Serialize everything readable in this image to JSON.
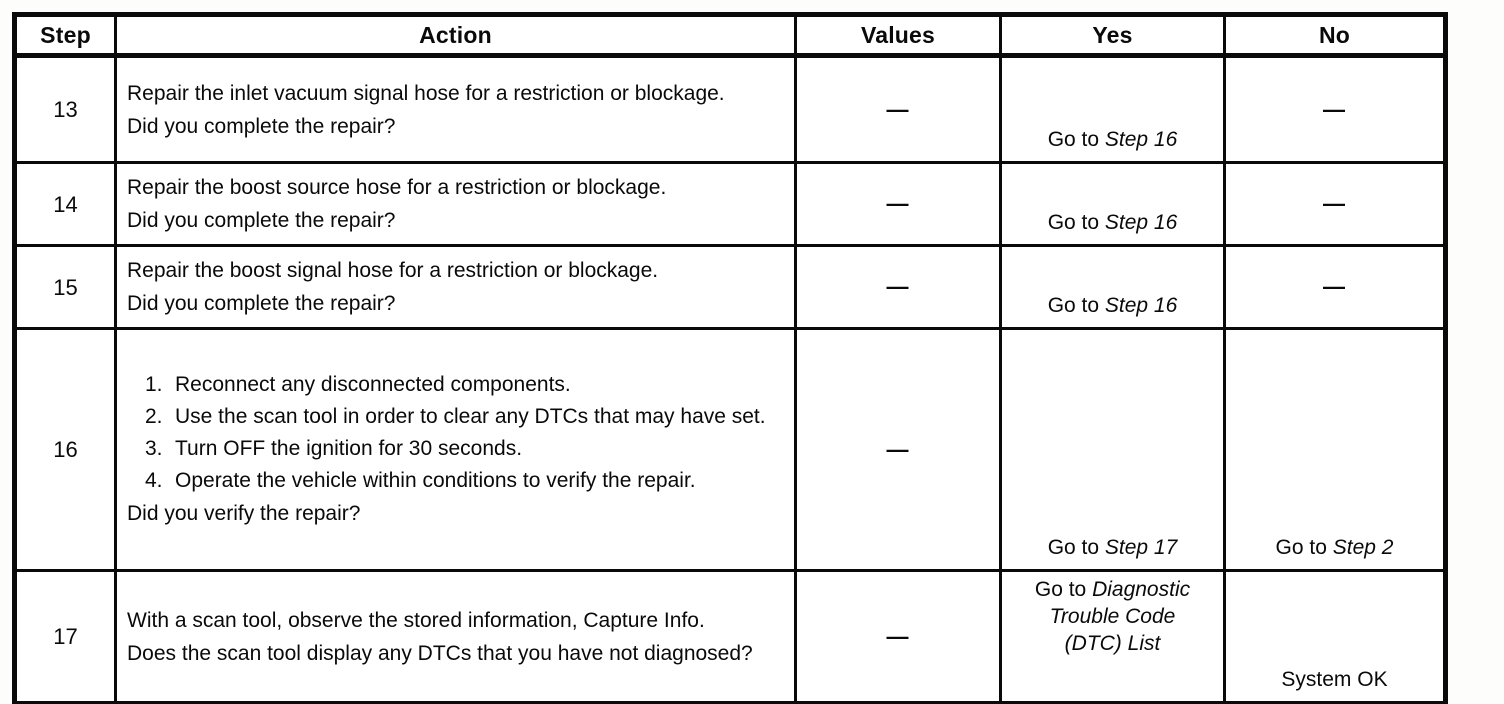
{
  "table": {
    "headers": {
      "step": "Step",
      "action": "Action",
      "values": "Values",
      "yes": "Yes",
      "no": "No"
    },
    "rows": [
      {
        "step": "13",
        "paragraphs": [
          "Repair the inlet vacuum signal hose for a restriction or blockage.",
          "Did you complete the repair?"
        ],
        "values": "—",
        "yes": {
          "plain": "Go to ",
          "italic": "Step 16"
        },
        "no": {
          "plain": "—"
        }
      },
      {
        "step": "14",
        "paragraphs": [
          "Repair the boost source hose for a restriction or blockage.",
          "Did you complete the repair?"
        ],
        "values": "—",
        "yes": {
          "plain": "Go to ",
          "italic": "Step 16"
        },
        "no": {
          "plain": "—"
        }
      },
      {
        "step": "15",
        "paragraphs": [
          "Repair the boost signal hose for a restriction or blockage.",
          "Did you complete the repair?"
        ],
        "values": "—",
        "yes": {
          "plain": "Go to ",
          "italic": "Step 16"
        },
        "no": {
          "plain": "—"
        }
      },
      {
        "step": "16",
        "list": [
          {
            "num": "1.",
            "text": "Reconnect any disconnected components."
          },
          {
            "num": "2.",
            "text": "Use the scan tool in order to clear any DTCs that may have set."
          },
          {
            "num": "3.",
            "text": "Turn OFF the ignition for 30 seconds."
          },
          {
            "num": "4.",
            "text": "Operate the vehicle within conditions to verify the repair."
          }
        ],
        "paragraphs": [
          "Did you verify the repair?"
        ],
        "values": "—",
        "yes": {
          "plain": "Go to ",
          "italic": "Step 17"
        },
        "no": {
          "plain": "Go to ",
          "italic": "Step 2"
        }
      },
      {
        "step": "17",
        "paragraphs": [
          "With a scan tool, observe the stored information, Capture Info.",
          "Does the scan tool display any DTCs that you have not diagnosed?"
        ],
        "values": "—",
        "yes": {
          "plain": "Go to ",
          "italic": "Diagnostic Trouble Code (DTC) List"
        },
        "no": {
          "plain": "System OK"
        }
      }
    ]
  }
}
